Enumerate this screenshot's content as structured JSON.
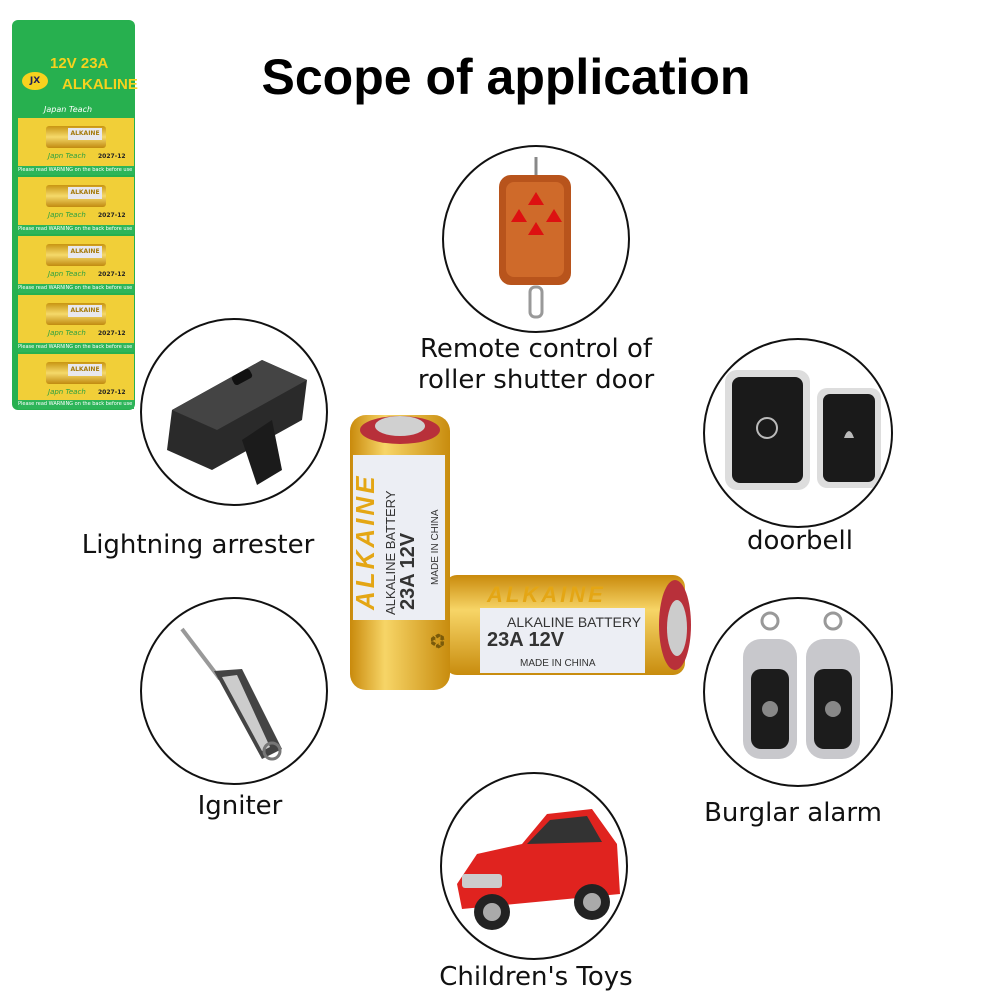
{
  "title": "Scope of application",
  "package": {
    "line1": "12V 23A",
    "line2": "ALKALINE",
    "logo": "JX",
    "subtitle": "Japan Teach",
    "cell_label": "ALKAINE",
    "cell_brand": "Japn Teach",
    "cell_code": "2027-12",
    "warning": "Please read WARNING on the back before use"
  },
  "battery": {
    "brand": "ALKAINE",
    "type": "ALKALINE BATTERY",
    "model": "23A 12V",
    "origin": "MADE IN CHINA"
  },
  "applications": [
    {
      "label_line1": "Remote control of",
      "label_line2": "roller shutter door",
      "icon": "remote-control"
    },
    {
      "label": "Lightning arrester",
      "icon": "flash-trigger"
    },
    {
      "label": "doorbell",
      "icon": "doorbell"
    },
    {
      "label": "Igniter",
      "icon": "igniter"
    },
    {
      "label": "Burglar alarm",
      "icon": "car-key-fob"
    },
    {
      "label": "Children's Toys",
      "icon": "toy-car"
    }
  ],
  "colors": {
    "pack_green": "#27b04f",
    "pack_yellow": "#f1cf38",
    "battery_gold": "#e0a81c",
    "toy_red": "#e0231f"
  }
}
